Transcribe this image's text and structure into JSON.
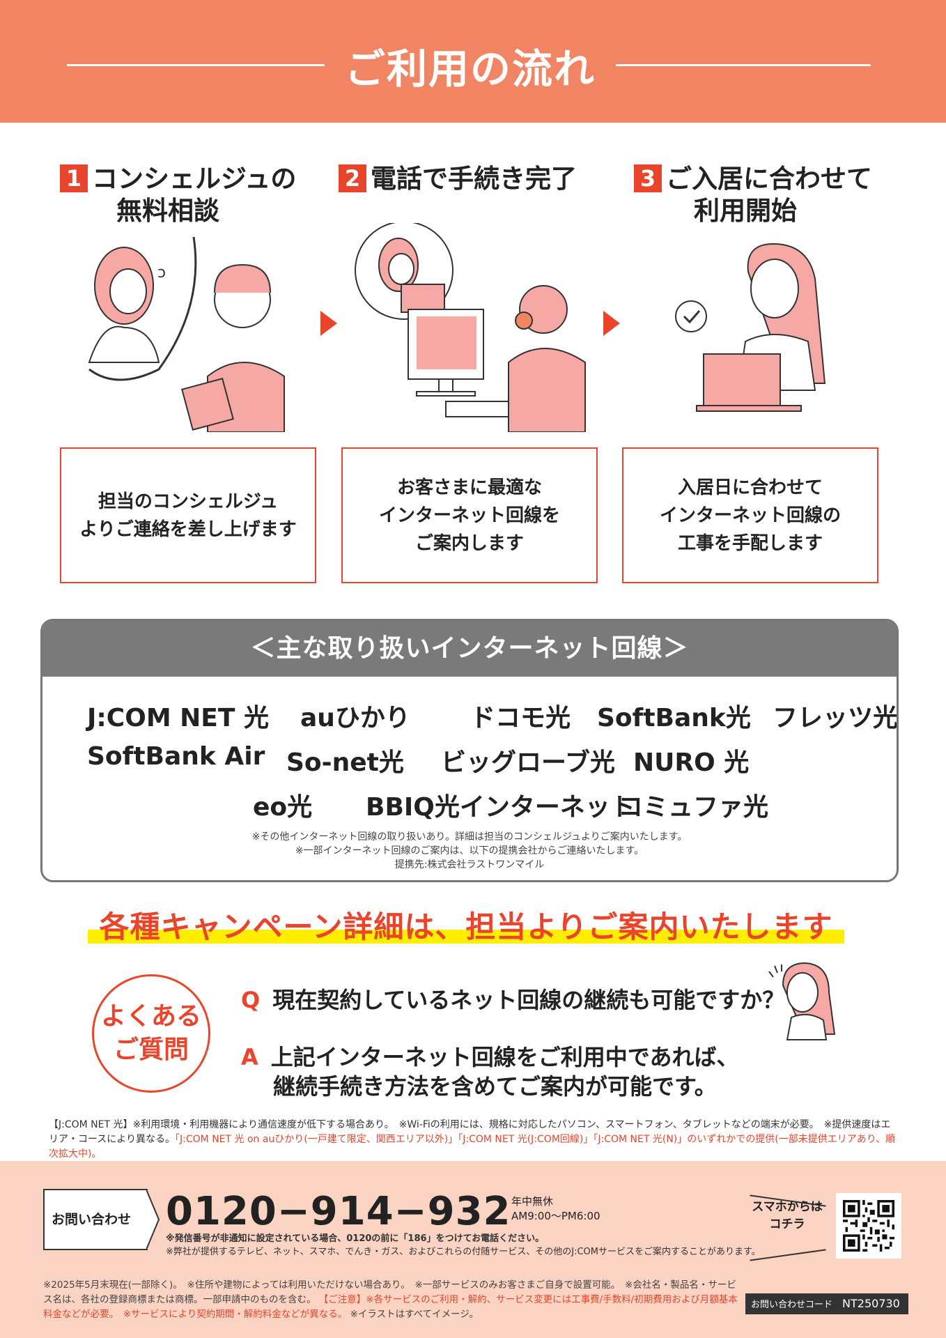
{
  "header": {
    "title": "ご利用の流れ"
  },
  "steps": [
    {
      "num": "1",
      "title_line1": "コンシェルジュの",
      "title_line2": "無料相談",
      "desc_line1": "担当のコンシェルジュ",
      "desc_line2": "よりご連絡を差し上げます",
      "desc_line3": ""
    },
    {
      "num": "2",
      "title_line1": "電話で手続き完了",
      "title_line2": "",
      "desc_line1": "お客さまに最適な",
      "desc_line2": "インターネット回線を",
      "desc_line3": "ご案内します"
    },
    {
      "num": "3",
      "title_line1": "ご入居に合わせて",
      "title_line2": "利用開始",
      "desc_line1": "入居日に合わせて",
      "desc_line2": "インターネット回線の",
      "desc_line3": "工事を手配します"
    }
  ],
  "lines_panel": {
    "heading": "＜主な取り扱いインターネット回線＞",
    "row1": [
      "J:COM NET 光",
      "auひかり",
      "ドコモ光",
      "SoftBank光",
      "フレッツ光"
    ],
    "row2": [
      "SoftBank Air",
      "So-net光",
      "ビッグローブ光",
      "NURO 光"
    ],
    "row3": [
      "eo光",
      "BBIQ光インターネット",
      "コミュファ光"
    ],
    "note1": "※その他インターネット回線の取り扱いあり。詳細は担当のコンシェルジュよりご案内いたします。",
    "note2": "※一部インターネット回線のご案内は、以下の提携会社からご連絡いたします。",
    "note3": "提携先:株式会社ラストワンマイル"
  },
  "campaign": "各種キャンペーン詳細は、担当よりご案内いたします",
  "faq": {
    "badge_line1": "よくある",
    "badge_line2": "ご質問",
    "q_mark": "Q",
    "question": "現在契約しているネット回線の継続も可能ですか？",
    "a_mark": "A",
    "answer_line1": "上記インターネット回線をご利用中であれば、",
    "answer_line2": "継続手続き方法を含めてご案内が可能です。"
  },
  "fine_print": {
    "part1": "【J:COM NET 光】※利用環境・利用機器により通信速度が低下する場合あり。　※Wi-Fiの利用には、規格に対応したパソコン、スマートフォン、タブレットなどの端末が必要。　※提供速度はエリア・コースにより異なる。",
    "part2": "「J:COM NET 光 on auひかり(一戸建て限定、関西エリア以外)」「J:COM NET 光(J:COM回線)」「J:COM NET 光(N)」のいずれかでの提供(一部未提供エリアあり、順次拡大中)。"
  },
  "contact": {
    "tag": "お問い合わせ",
    "phone": "0120−914−932",
    "hours_line1": "年中無休",
    "hours_line2": "AM9:00〜PM6:00",
    "note1": "※発信番号が非通知に設定されている場合、0120の前に「186」をつけてお電話ください。",
    "note2": "※弊社が提供するテレビ、ネット、スマホ、でんき・ガス、およびこれらの付随サービス、その他のJ:COMサービスをご案内することがあります。",
    "smartphone_line1": "スマホからは",
    "smartphone_line2": "コチラ",
    "bottom1": "※2025年5月末現在(一部除く)。　※住所や建物によっては利用いただけない場合あり。　※一部サービスのみお客さまご自身で設置可能。　※会社名・製品名・サービス名は、各社の登録商標または商標。一部申請中のものを含む。",
    "bottom_red": "【ご注意】※各サービスのご利用・解約、サービス変更には工事費/手数料/初期費用および月額基本料金などが必要。　※サービスにより契約期間・解約料金などが異なる。",
    "bottom3": "※イラストはすべてイメージ。",
    "code_label": "お問い合わせコード",
    "code_value": "NT250730"
  },
  "colors": {
    "accent": "#e8452c",
    "header_bg": "#f08463",
    "panel_gray": "#7a7a7a",
    "contact_bg": "#fbd3c2",
    "highlight": "#ffee00"
  }
}
